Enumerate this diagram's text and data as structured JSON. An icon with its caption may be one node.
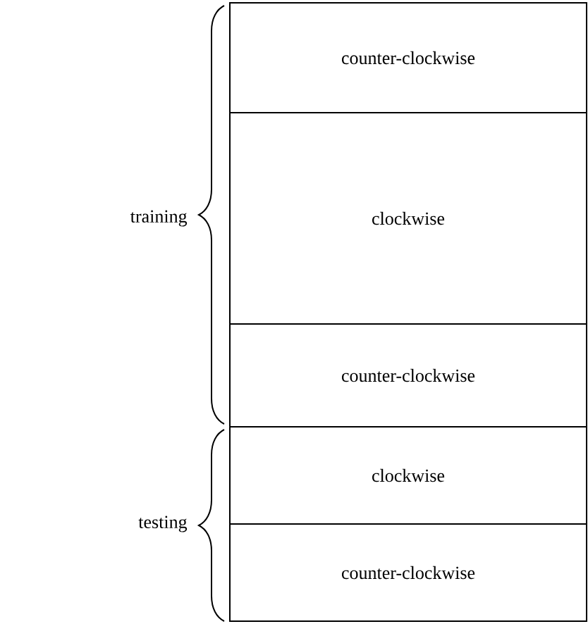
{
  "diagram": {
    "nodes": [
      {
        "text": [
          "counter-clockwise"
        ]
      },
      {
        "text": [
          "clockwise"
        ]
      },
      {
        "text": [
          "counter-clockwise"
        ]
      },
      {
        "text": [
          "clockwise"
        ]
      },
      {
        "text": [
          "counter-clockwise"
        ]
      }
    ],
    "labels": [
      "training",
      "testing"
    ]
  }
}
